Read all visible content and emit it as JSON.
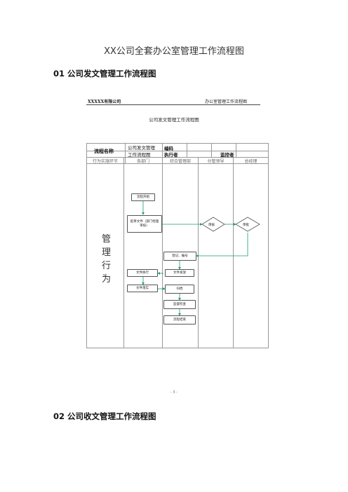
{
  "document": {
    "title": "XX公司全套办公室管理工作流程图",
    "sections": [
      {
        "heading": "01 公司发文管理工作流程图"
      },
      {
        "heading": "02 公司收文管理工作流程图"
      }
    ],
    "page_number": "- 3 -"
  },
  "flowchart": {
    "company_header": "XXXXX有限公司",
    "doc_header": "办公室管理工作流程图",
    "chart_title": "公司发文管理工作流程图",
    "table": {
      "name_label": "流程名称",
      "name_value_line1": "公司发文管理",
      "name_value_line2": "工作流程图",
      "code_label": "编码",
      "executor_label": "执行者",
      "supervisor_label": "监控者"
    },
    "lanes": [
      "行为实施环节",
      "各部门",
      "综合管理部",
      "分管领导",
      "总经理"
    ],
    "side_label": [
      "管",
      "理",
      "行",
      "为"
    ],
    "nodes": {
      "start": "流程开始",
      "draft": "起草文件（部门经理审核）",
      "review": "审核",
      "approve": "审批",
      "register": "登记、编号",
      "dept_execute": "文件执行",
      "issue": "文件发放",
      "dept_implement": "文件落实",
      "archive": "归档",
      "supervise": "监督检查",
      "end": "流程结束"
    },
    "colors": {
      "arrow": "#1a9c7a",
      "border": "#555555"
    }
  }
}
